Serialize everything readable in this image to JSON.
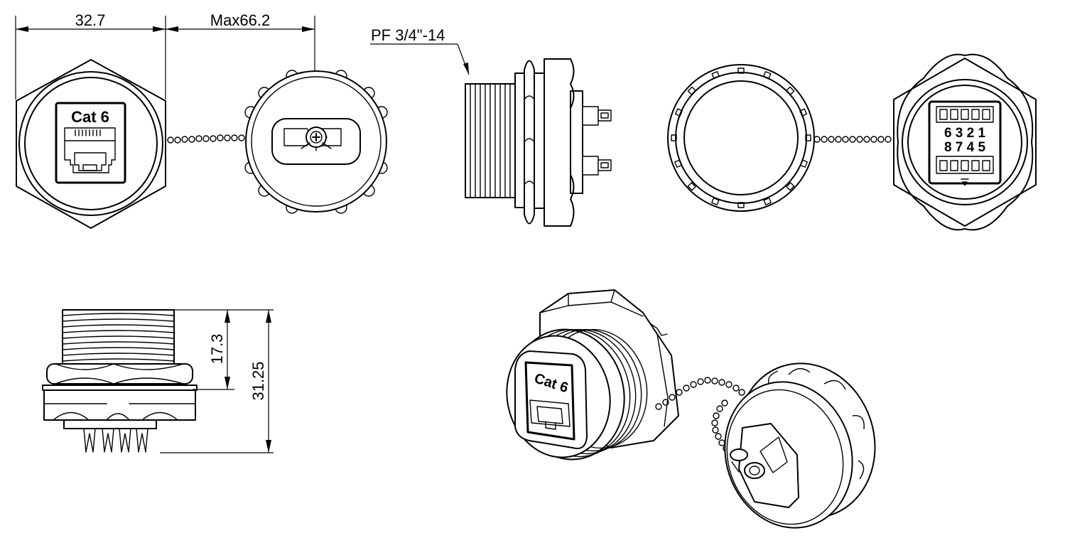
{
  "drawing": {
    "dimensions": {
      "width": "32.7",
      "max_length": "Max66.2",
      "thread": "PF 3/4\"-14",
      "thread_height": "17.3",
      "total_height": "31.25"
    },
    "labels": {
      "front_jack": "Cat 6",
      "iso_jack": "Cat 6",
      "pin_row_top": "6 3 2 1",
      "pin_row_bottom": "8 7 4 5"
    }
  }
}
